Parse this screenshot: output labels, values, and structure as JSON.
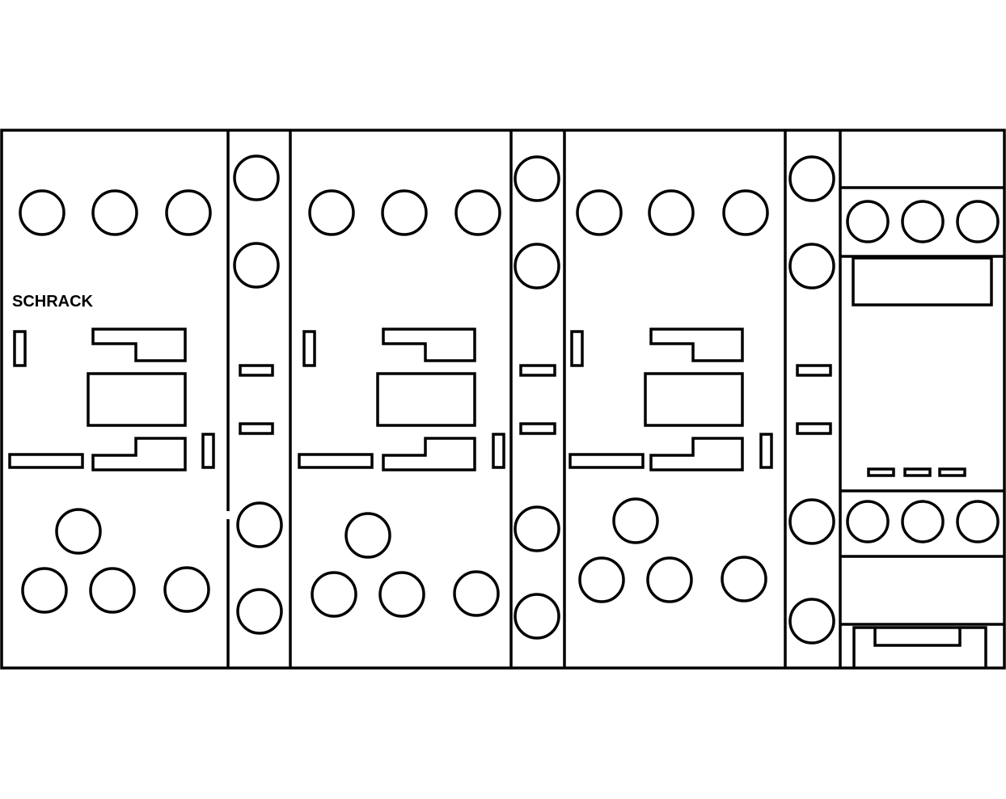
{
  "brand": {
    "logo_text": "SCHRACK"
  },
  "colors": {
    "line": "#000000",
    "background": "#ffffff"
  },
  "modules": [
    {
      "kind": "contactor",
      "name": "contactor-1"
    },
    {
      "kind": "auxiliary-block",
      "name": "aux-block-1"
    },
    {
      "kind": "contactor",
      "name": "contactor-2"
    },
    {
      "kind": "auxiliary-block",
      "name": "aux-block-2"
    },
    {
      "kind": "contactor",
      "name": "contactor-3"
    },
    {
      "kind": "auxiliary-block",
      "name": "aux-block-3"
    },
    {
      "kind": "timer-relay",
      "name": "timer-relay"
    }
  ]
}
